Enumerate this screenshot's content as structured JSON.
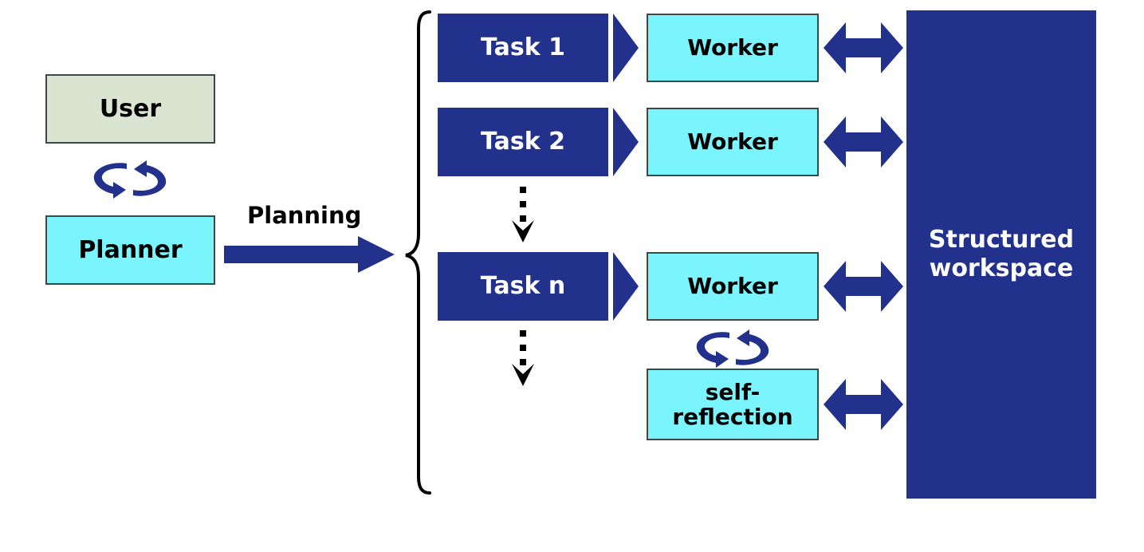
{
  "diagram": {
    "title": "Planner-Worker agent architecture with structured workspace",
    "colors": {
      "dark_blue": "#21318C",
      "cyan": "#7BF5FD",
      "pale_green": "#DAE5D1",
      "box_border": "#3C4A44",
      "black": "#000000",
      "white": "#FFFFFF"
    },
    "left_column": {
      "user_box": {
        "label": "User"
      },
      "cycle_icon": {
        "name": "cycle-arrows-icon"
      },
      "planner_box": {
        "label": "Planner"
      }
    },
    "planning_edge": {
      "label": "Planning",
      "arrow": "planning-arrow-right"
    },
    "brace": {
      "name": "left-curly-brace"
    },
    "rows": [
      {
        "task": {
          "label": "Task 1"
        },
        "connector": "triangle-arrow-right",
        "worker": {
          "label": "Worker"
        },
        "workspace_link": "bidirectional-arrow"
      },
      {
        "task": {
          "label": "Task 2"
        },
        "connector": "triangle-arrow-right",
        "worker": {
          "label": "Worker"
        },
        "workspace_link": "bidirectional-arrow"
      },
      {
        "task": {
          "label": "Task n"
        },
        "connector": "triangle-arrow-right",
        "worker": {
          "label": "Worker"
        },
        "workspace_link": "bidirectional-arrow"
      }
    ],
    "vertical_ellipsis_arrows": [
      {
        "name": "dotted-down-arrow-upper"
      },
      {
        "name": "dotted-down-arrow-lower"
      }
    ],
    "self_reflection": {
      "cycle_icon": {
        "name": "cycle-arrows-icon"
      },
      "label_line1": "self-",
      "label_line2": "reflection",
      "workspace_link": "bidirectional-arrow"
    },
    "workspace": {
      "label_line1": "Structured",
      "label_line2": "workspace"
    }
  }
}
